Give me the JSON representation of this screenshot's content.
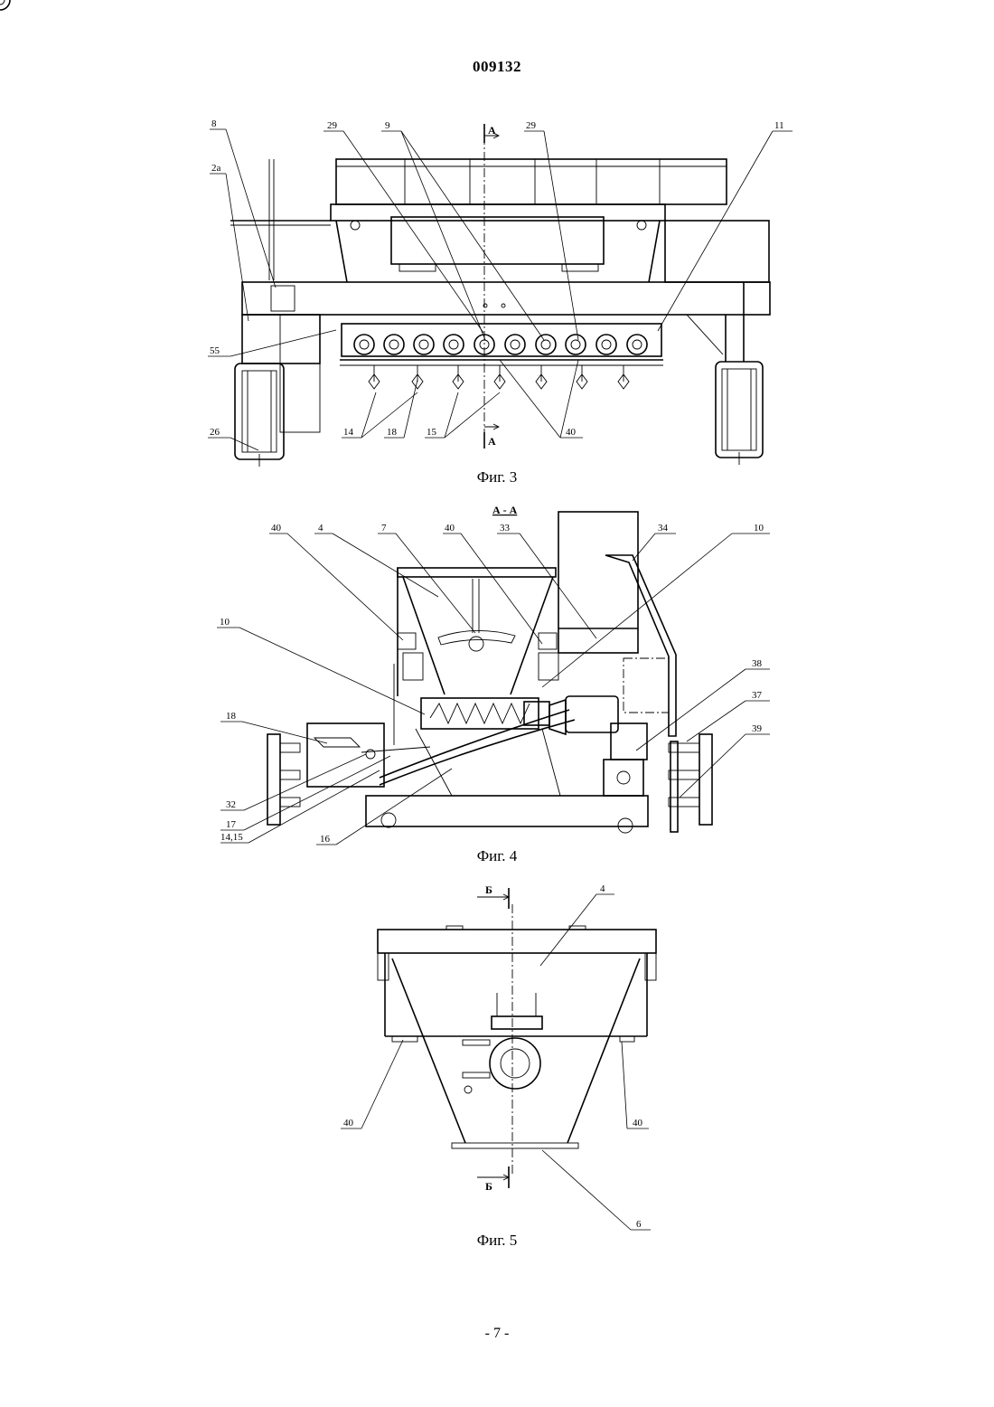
{
  "header": {
    "doc_number": "009132"
  },
  "figures": [
    {
      "caption": "Фиг. 3",
      "section_marks": [
        "А",
        "А"
      ],
      "labels": [
        "8",
        "2а",
        "29",
        "9",
        "29",
        "11",
        "55",
        "26",
        "14",
        "18",
        "15",
        "40"
      ]
    },
    {
      "caption": "Фиг. 4",
      "section_title": "А - А",
      "labels": [
        "40",
        "4",
        "7",
        "40",
        "33",
        "34",
        "10",
        "10",
        "18",
        "38",
        "37",
        "39",
        "32",
        "17",
        "14,15",
        "16"
      ]
    },
    {
      "caption": "Фиг. 5",
      "section_marks": [
        "Б",
        "Б"
      ],
      "labels": [
        "4",
        "40",
        "40",
        "6"
      ]
    }
  ],
  "footer": {
    "page": "- 7 -"
  }
}
